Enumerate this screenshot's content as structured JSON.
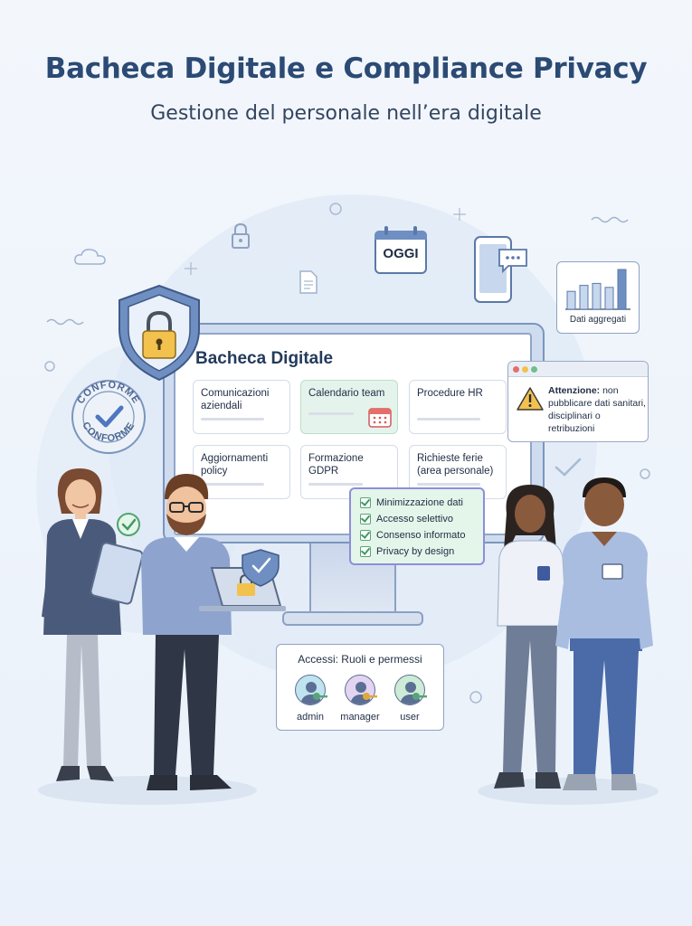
{
  "header": {
    "title": "Bacheca Digitale e Compliance Privacy",
    "subtitle": "Gestione del personale nell’era digitale"
  },
  "board": {
    "title": "Bacheca Digitale",
    "cards": [
      {
        "label": "Comunicazioni aziendali"
      },
      {
        "label": "Calendario team"
      },
      {
        "label": "Procedure HR"
      },
      {
        "label": "Aggiornamenti policy"
      },
      {
        "label": "Formazione GDPR"
      },
      {
        "label": "Richieste ferie (area personale)"
      }
    ]
  },
  "checklist": {
    "items": [
      "Minimizzazione dati",
      "Accesso selettivo",
      "Consenso informato",
      "Privacy by design"
    ]
  },
  "warning": {
    "strong": "Attenzione:",
    "text": " non pubblicare dati sanitari, disciplinari o retribuzioni"
  },
  "chart_box": {
    "caption": "Dati aggregati",
    "bar_levels": [
      0.45,
      0.6,
      0.65,
      0.55,
      1.0
    ]
  },
  "calendar_icon": {
    "label": "OGGI"
  },
  "seal": {
    "text_top": "CONFORME",
    "text_bottom": "CONFORME"
  },
  "access": {
    "title": "Accessi: Ruoli e permessi",
    "roles": [
      "admin",
      "manager",
      "user"
    ]
  },
  "colors": {
    "title": "#2b4a74",
    "accent_blue": "#6f8fc2",
    "check_green": "#3f9a63",
    "warning_yellow": "#f2c14e"
  }
}
